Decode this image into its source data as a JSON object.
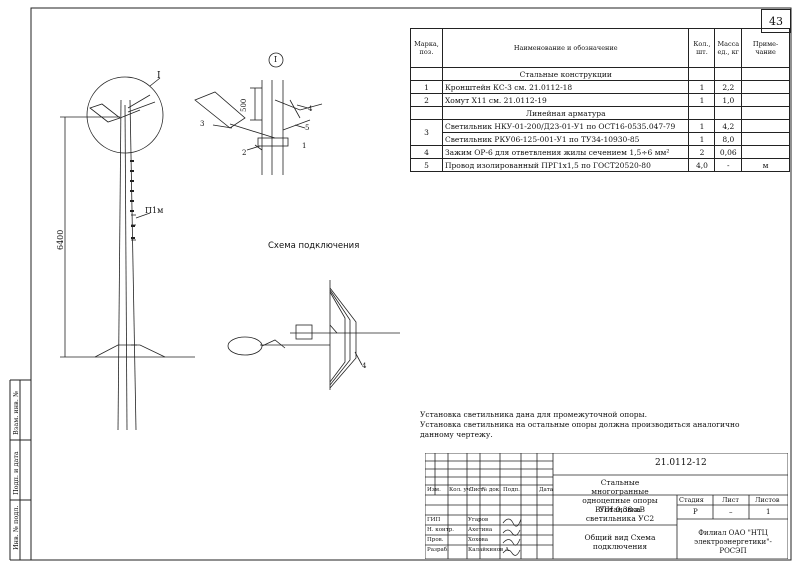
{
  "page_number": "43",
  "spec_table": {
    "headers": [
      "Марка, поз.",
      "Наименование и обозначение",
      "Кол., шт.",
      "Масса ед., кг",
      "Приме-чание"
    ],
    "sections": [
      {
        "title": "Стальные конструкции"
      },
      {
        "title": "Линейная арматура"
      }
    ],
    "rows": [
      {
        "pos": "1",
        "name": "Кронштейн КС-3 см. 21.0112-18",
        "qty": "1",
        "mass": "2,2",
        "note": ""
      },
      {
        "pos": "2",
        "name": "Хомут Х11 см. 21.0112-19",
        "qty": "1",
        "mass": "1,0",
        "note": ""
      },
      {
        "pos": "3",
        "name": "Светильник НКУ-01-200/Д23-01-У1 по ОСТ16-0535.047-79",
        "qty": "1",
        "mass": "4,2",
        "note": ""
      },
      {
        "pos": "",
        "name": "Светильник РКУ06-125-001-У1 по ТУ34-10930-85",
        "qty": "1",
        "mass": "8,0",
        "note": ""
      },
      {
        "pos": "4",
        "name": "Зажим ОР-6 для ответвления жилы сечением 1,5÷6 мм²",
        "qty": "2",
        "mass": "0,06",
        "note": ""
      },
      {
        "pos": "5",
        "name": "Провод изолированный ПРГ1х1,5 по ГОСТ20520-80",
        "qty": "4,0",
        "mass": "-",
        "note": "м"
      }
    ]
  },
  "drawing": {
    "callout_main": "I",
    "callout_detail": "I",
    "height_dim": "6400",
    "detail_dim": "500",
    "mark_label": "П1м",
    "scheme_title": "Схема подключения",
    "detail_labels": [
      "4",
      "3",
      "5",
      "2",
      "1"
    ],
    "scheme_label": "4"
  },
  "notes": [
    "Установка светильника дана для промежуточной опоры.",
    "Установка светильника на остальные опоры должна производиться аналогично",
    "данному чертежу."
  ],
  "title_block": {
    "doc_number": "21.0112-12",
    "project_title": "Стальные многогранные одноцепные опоры ВЛИ 0,38 кВ",
    "sheet_title": "Установка светильника УС2",
    "drawing_title": "Общий вид Схема подключения",
    "col_stage": "Стадия",
    "col_sheet": "Лист",
    "col_sheets": "Листов",
    "stage": "Р",
    "sheet": "–",
    "sheets": "1",
    "org": "Филиал ОАО \"НТЦ электроэнергетики\"-РОСЭП",
    "rev_headers": [
      "Изм.",
      "Кол. уч.",
      "Лист",
      "№ док.",
      "Подп.",
      "Дата"
    ],
    "people": [
      {
        "role": "ГИП",
        "name": "Угаров"
      },
      {
        "role": "Н. контр.",
        "name": "Ахетина"
      },
      {
        "role": "Пров.",
        "name": "Хохова"
      },
      {
        "role": "Разраб.",
        "name": "Калайкинов А."
      }
    ]
  },
  "side_stamp": [
    "Инв. № подл.",
    "Подп. и дата",
    "Взам. инв. №"
  ]
}
